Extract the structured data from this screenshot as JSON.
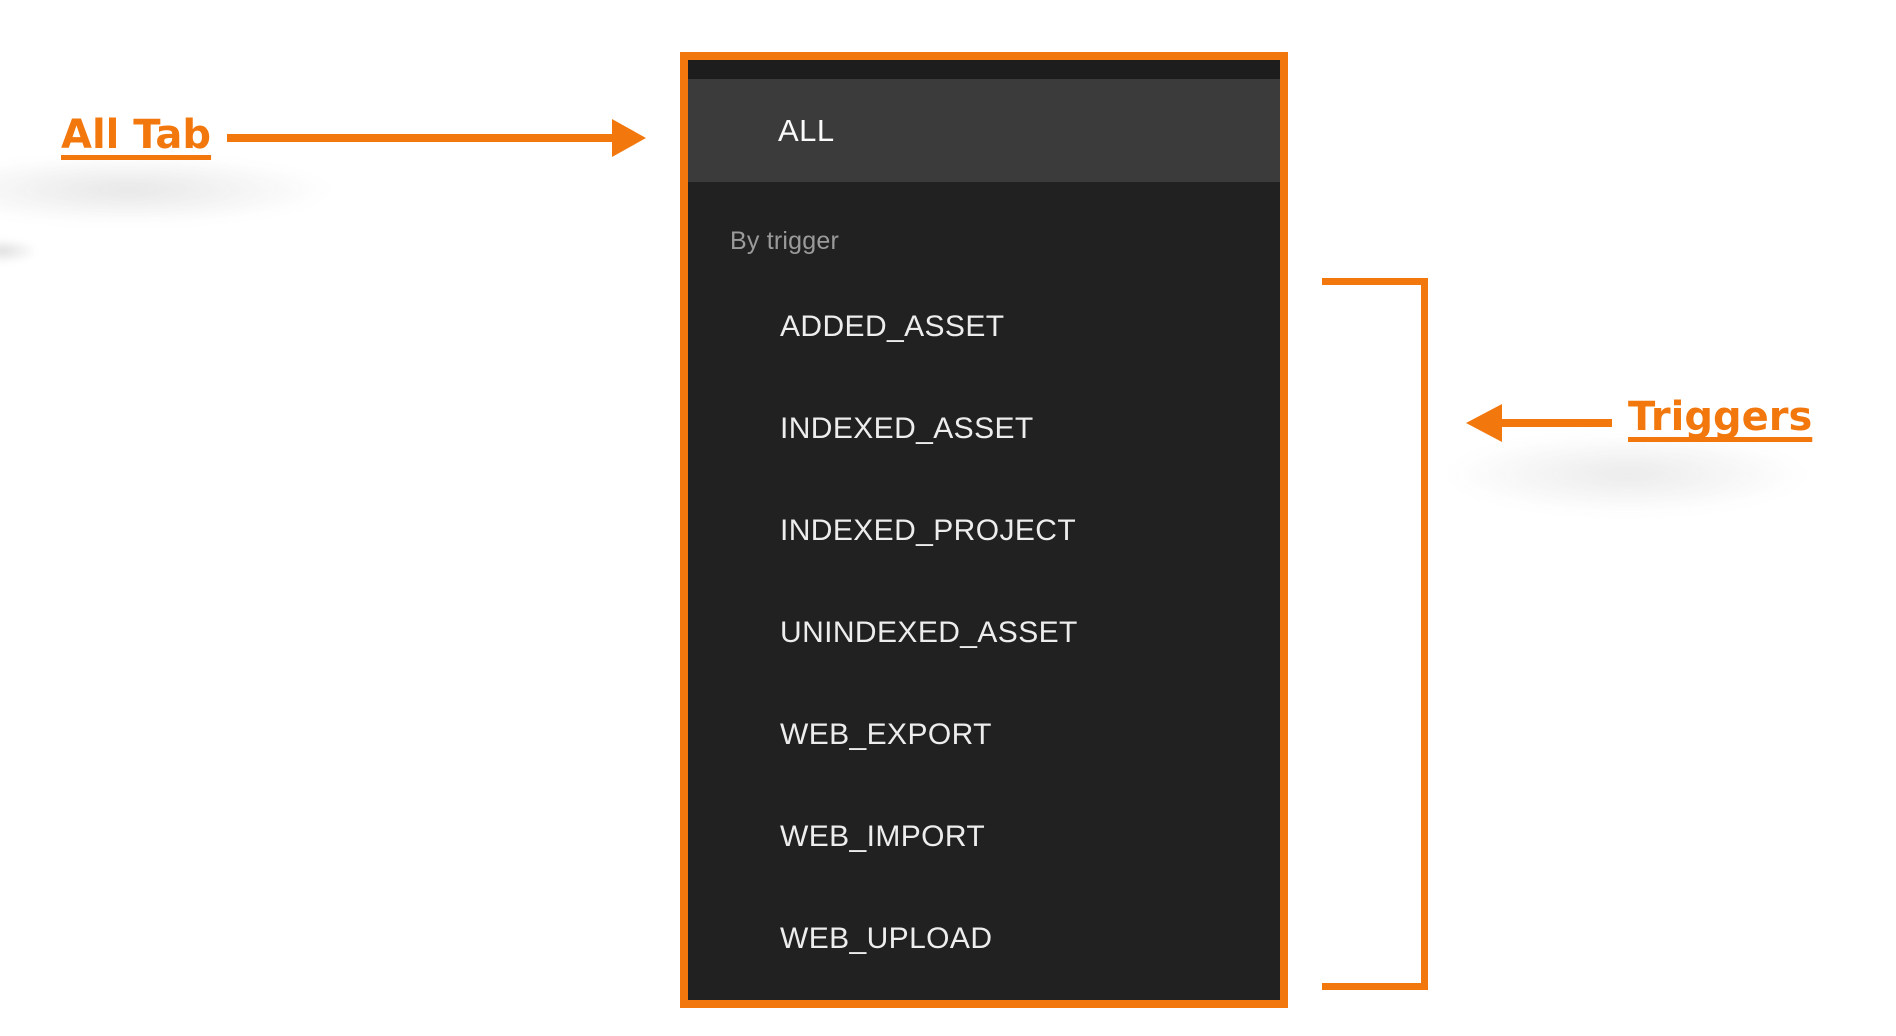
{
  "annotations": {
    "all_tab_label": "All Tab",
    "triggers_label": "Triggers"
  },
  "panel": {
    "selected_tab": "ALL",
    "section_label": "By trigger",
    "trigger_items": [
      "ADDED_ASSET",
      "INDEXED_ASSET",
      "INDEXED_PROJECT",
      "UNINDEXED_ASSET",
      "WEB_EXPORT",
      "WEB_IMPORT",
      "WEB_UPLOAD"
    ]
  },
  "colors": {
    "accent": "#F2780E",
    "panel_body": "#212121",
    "panel_strip": "#1D1D1D",
    "selected_row_bg": "#3B3B3C",
    "selected_row_text": "#FAFAFA",
    "item_text": "#EDEDED",
    "section_text": "#9A9A9A"
  }
}
